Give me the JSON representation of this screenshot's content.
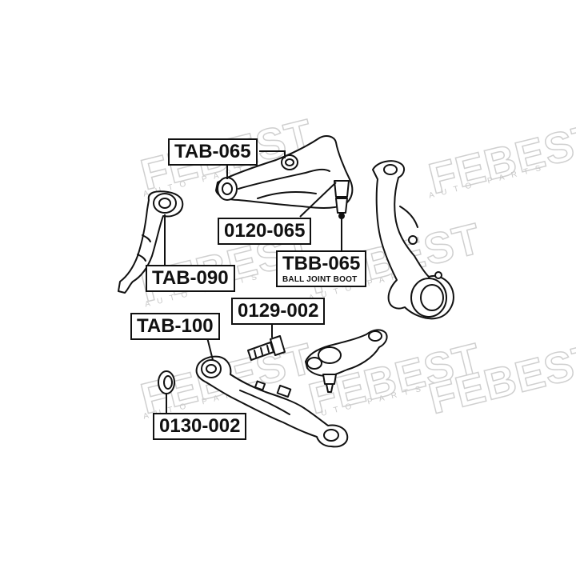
{
  "watermark": {
    "brand": "FEBEST",
    "tagline": "AUTO PARTS"
  },
  "labels": {
    "tab065": "TAB-065",
    "tab090": "TAB-090",
    "p0120065": "0120-065",
    "tbb065": "TBB-065",
    "tbb065_sub": "BALL JOINT BOOT",
    "p0129002": "0129-002",
    "tab100": "TAB-100",
    "p0130002": "0130-002"
  },
  "colors": {
    "line": "#111111",
    "watermark": "#cfcfcf"
  }
}
